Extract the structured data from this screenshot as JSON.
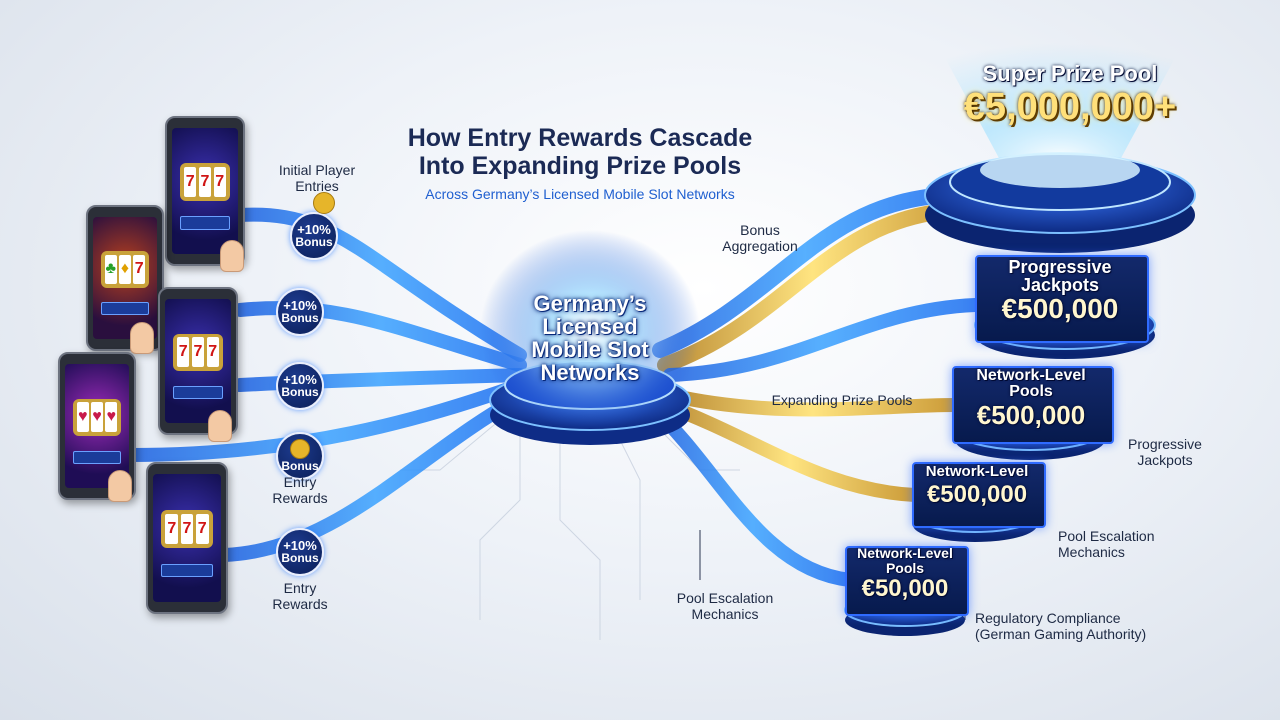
{
  "title_line1": "How Entry Rewards Cascade",
  "title_line2": "Into Expanding Prize Pools",
  "subtitle": "Across Germany’s Licensed Mobile Slot Networks",
  "hub": {
    "line1": "Germany’s",
    "line2": "Licensed",
    "line3": "Mobile Slot",
    "line4": "Networks"
  },
  "labels": {
    "initial_line1": "Initial Player",
    "initial_line2": "Entries",
    "entry_rewards_mid_line1": "Entry",
    "entry_rewards_mid_line2": "Rewards",
    "entry_rewards_bottom_line1": "Entry",
    "entry_rewards_bottom_line2": "Rewards",
    "bonus_aggregation_line1": "Bonus",
    "bonus_aggregation_line2": "Aggregation",
    "expanding_prize_pools": "Expanding Prize Pools",
    "pool_escalation_center_line1": "Pool Escalation",
    "pool_escalation_center_line2": "Mechanics",
    "progressive_right_line1": "Progressive",
    "progressive_right_line2": "Jackpots",
    "pool_escalation_right_line1": "Pool Escalation",
    "pool_escalation_right_line2": "Mechanics",
    "regulatory_line1": "Regulatory Compliance",
    "regulatory_line2": "(German Gaming Authority)"
  },
  "bonuses": {
    "b1_value": "+10%",
    "b1_text": "Bonus",
    "b2_value": "+10%",
    "b2_text": "Bonus",
    "b3_value": "+10%",
    "b3_text": "Bonus",
    "b4_text": "Bonus",
    "b5_value": "+10%",
    "b5_text": "Bonus"
  },
  "pools": {
    "super_title": "Super Prize Pool",
    "super_amount": "€5,000,000+",
    "p1_title_line1": "Progressive",
    "p1_title_line2": "Jackpots",
    "p1_amount": "€500,000",
    "p2_title_line1": "Network-Level",
    "p2_title_line2": "Pools",
    "p2_amount": "€500,000",
    "p3_title": "Network-Level",
    "p3_amount": "€500,000",
    "p4_title_line1": "Network-Level",
    "p4_title_line2": "Pools",
    "p4_amount": "€50,000"
  },
  "phones": {
    "reel_symbol": "7"
  },
  "colors": {
    "stream_blue": "#1e7bff",
    "stream_gold": "#e8b83a",
    "pool_platform": "#1b3f9e",
    "hub_glow": "#8fd0ff"
  }
}
